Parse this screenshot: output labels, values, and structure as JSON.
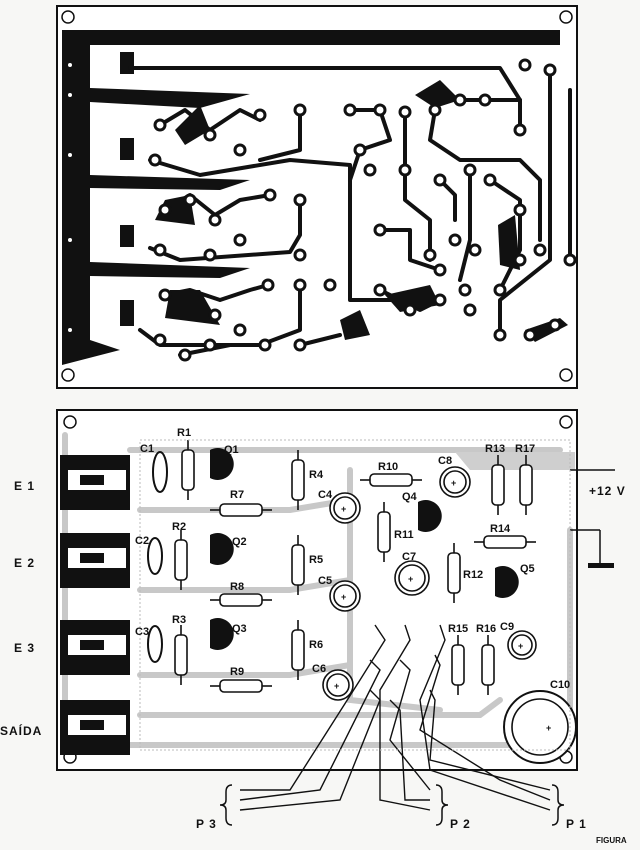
{
  "components": {
    "r1": "R1",
    "r2": "R2",
    "r3": "R3",
    "r4": "R4",
    "r5": "R5",
    "r6": "R6",
    "r7": "R7",
    "r8": "R8",
    "r9": "R9",
    "r10": "R10",
    "r11": "R11",
    "r12": "R12",
    "r13": "R13",
    "r14": "R14",
    "r15": "R15",
    "r16": "R16",
    "r17": "R17",
    "c1": "C1",
    "c2": "C2",
    "c3": "C3",
    "c4": "C4",
    "c5": "C5",
    "c6": "C6",
    "c7": "C7",
    "c8": "C8",
    "c9": "C9",
    "c10": "C10",
    "q1": "Q1",
    "q2": "Q2",
    "q3": "Q3",
    "q4": "Q4",
    "q5": "Q5"
  },
  "connectors": {
    "e1": "E 1",
    "e2": "E 2",
    "e3": "E 3",
    "saida": "SAÍDA",
    "supply": "+12 V",
    "p1": "P 1",
    "p2": "P 2",
    "p3": "P 3"
  },
  "caption": "FIGURA"
}
